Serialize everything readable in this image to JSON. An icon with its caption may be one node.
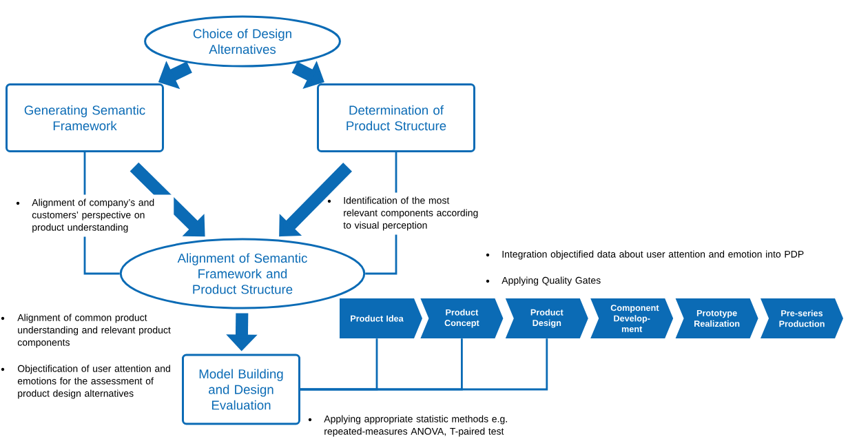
{
  "diagram": {
    "nodes": [
      {
        "text": [
          "Choice of Design Alternatives"
        ]
      },
      {
        "text": [
          "Generating Semantic Framework"
        ]
      },
      {
        "text": [
          "Determination of Product Structure"
        ]
      },
      {
        "text": [
          "Alignment of Semantic Framework and Product Structure"
        ]
      },
      {
        "text": [
          "Model Building and Design Evaluation"
        ]
      },
      {
        "text": [
          "Product Idea"
        ]
      },
      {
        "text": [
          "Product Concept"
        ]
      },
      {
        "text": [
          "Product Design"
        ]
      },
      {
        "text": [
          "Component Develop-ment"
        ]
      },
      {
        "text": [
          "Prototype Realization"
        ]
      },
      {
        "text": [
          "Pre-series Production"
        ]
      }
    ],
    "edges": [
      {
        "from": 0,
        "to": 1,
        "arrow": "to",
        "style": "thick"
      },
      {
        "from": 0,
        "to": 2,
        "arrow": "to",
        "style": "thick"
      },
      {
        "from": 1,
        "to": 3,
        "arrow": "to",
        "style": "thick"
      },
      {
        "from": 2,
        "to": 3,
        "arrow": "to",
        "style": "thick"
      },
      {
        "from": 1,
        "to": 3,
        "arrow": "none",
        "label": "Alignment of company’s and customers’ perspective on product understanding"
      },
      {
        "from": 2,
        "to": 3,
        "arrow": "none",
        "label": "Identification of the most relevant components according to visual perception"
      },
      {
        "from": 3,
        "to": 4,
        "arrow": "to",
        "style": "thick"
      },
      {
        "from": 4,
        "to": 5,
        "arrow": "none"
      },
      {
        "from": 4,
        "to": 6,
        "arrow": "none"
      },
      {
        "from": 4,
        "to": 7,
        "arrow": "none"
      }
    ],
    "labels": [
      "Integration objectified data about user attention and emotion into PDP",
      "Applying Quality Gates",
      "Alignment of common product understanding and relevant product components",
      "Objectification of user attention and emotions for the assessment of product design alternatives",
      "Applying appropriate statistic methods e.g. repeated-measures ANOVA, T-paired test"
    ]
  }
}
